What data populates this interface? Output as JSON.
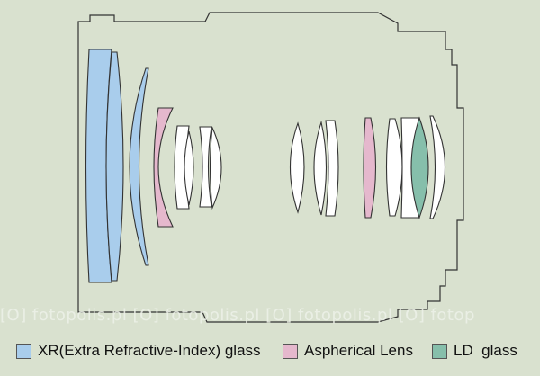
{
  "colors": {
    "background": "#d9e1cf",
    "outline": "#333333",
    "plain_glass": "#ffffff",
    "xr_glass": "#a9cdec",
    "aspherical": "#e5b8cd",
    "ld_glass": "#86bfab"
  },
  "watermark": {
    "text": "[O] fotopolis.pl   [O] fotopolis.pl   [O] fotopolis.pl   [O] fotop"
  },
  "legend": [
    {
      "label": "XR(Extra Refractive-Index) glass",
      "color": "#a9cdec",
      "icon": "xr-glass-swatch"
    },
    {
      "label": "Aspherical Lens",
      "color": "#e5b8cd",
      "icon": "aspherical-swatch"
    },
    {
      "label": "LD  glass",
      "color": "#86bfab",
      "icon": "ld-glass-swatch"
    }
  ]
}
